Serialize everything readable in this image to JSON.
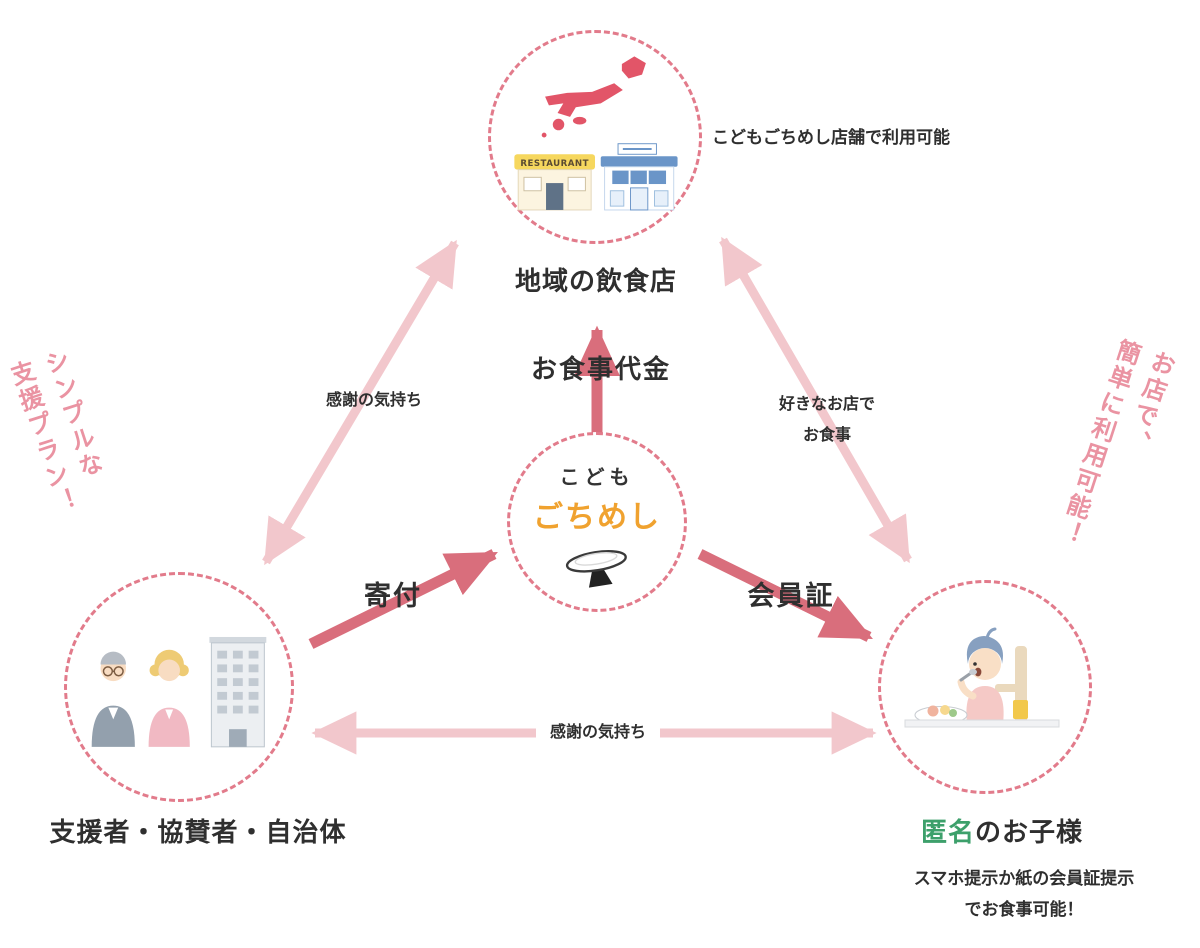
{
  "logo": {
    "line1": "こども",
    "line2": "ごちめし"
  },
  "nodes": {
    "restaurant": {
      "label": "地域の飲食店",
      "caption": "こどもごちめし店舗で利用可能"
    },
    "supporter": {
      "label": "支援者・協賛者・自治体"
    },
    "child": {
      "label_highlight": "匿名",
      "label_rest": "のお子様",
      "caption1": "スマホ提示か紙の会員証提示",
      "caption2": "でお食事可能！"
    }
  },
  "arrows": {
    "meal_payment": "お食事代金",
    "donation": "寄付",
    "membership": "会員証",
    "gratitude_left": "感謝の気持ち",
    "dining1": "好きなお店で",
    "dining2": "お食事",
    "gratitude_bottom": "感謝の気持ち"
  },
  "notes": {
    "left1": "シンプルな",
    "left2": "支援プラン！",
    "right1": "お店で、",
    "right2": "簡単に利用可能！"
  },
  "illustrations": {
    "restaurant_sign": "RESTAURANT"
  },
  "colors": {
    "circle_pink": "#e27b8b",
    "arrow_strong": "#d96e7c",
    "arrow_light": "#f2c7cc",
    "logo_orange": "#f0a22f",
    "highlight_green": "#3da06b",
    "note_pink": "#ea93a2",
    "text_dark": "#2f2f2f"
  }
}
